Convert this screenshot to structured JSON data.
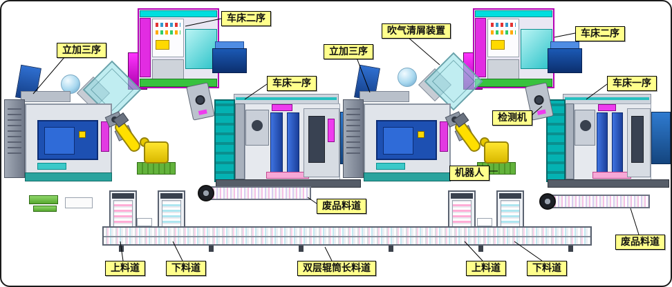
{
  "labels": {
    "lathe_seq2_left": "车床二序",
    "vmc_seq3_left": "立加三序",
    "air_blow_cleaner": "吹气清屑装置",
    "vmc_seq3_right": "立加三序",
    "lathe_seq2_right": "车床二序",
    "lathe_seq1_left": "车床一序",
    "lathe_seq1_right": "车床一序",
    "inspection_machine": "检测机",
    "robot": "机器人",
    "scrap_chute_left": "废品料道",
    "scrap_chute_right": "废品料道",
    "infeed_conveyor_left": "上料道",
    "outfeed_conveyor_left": "下料道",
    "double_roller_long_conveyor": "双层辊筒长料道",
    "infeed_conveyor_right": "上料道",
    "outfeed_conveyor_right": "下料道"
  },
  "colors": {
    "label-bg": "#FFFF8C",
    "label-border": "#000000",
    "label-text": "#111111",
    "machine-magenta": "#D400D4",
    "machine-cyan": "#00BEBE",
    "machine-blue": "#1E56B0",
    "robot-yellow": "#F0D800",
    "pallet-green": "#63B33C"
  }
}
